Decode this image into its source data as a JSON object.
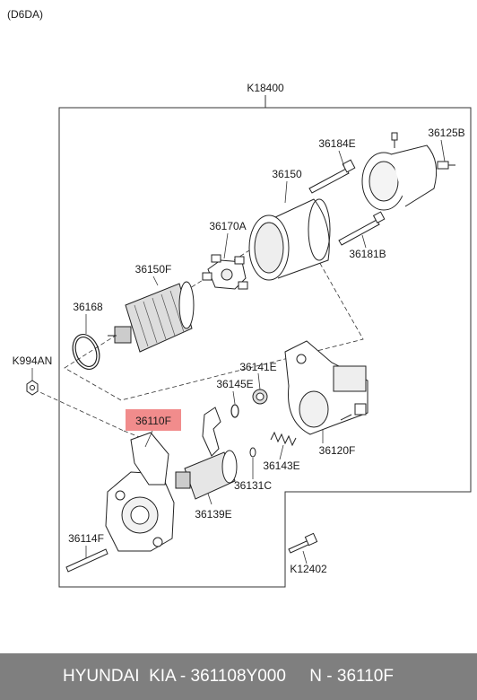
{
  "diagram": {
    "code": "(D6DA)",
    "highlight_color": "#f08080",
    "labels": {
      "k18400": "K18400",
      "p36184e": "36184E",
      "p36125b": "36125B",
      "p36150": "36150",
      "p36170a": "36170A",
      "p36181b": "36181B",
      "p36150f": "36150F",
      "p36168": "36168",
      "k994an": "K994AN",
      "p36141e": "36141E",
      "p36145e": "36145E",
      "p36110f": "36110F",
      "p36120f": "36120F",
      "p36143e": "36143E",
      "p36131c": "36131C",
      "p36139e": "36139E",
      "p36114f": "36114F",
      "k12402": "K12402"
    }
  },
  "footer": {
    "text": "HYUNDAI  KIA - 361108Y000     N - 36110F"
  }
}
